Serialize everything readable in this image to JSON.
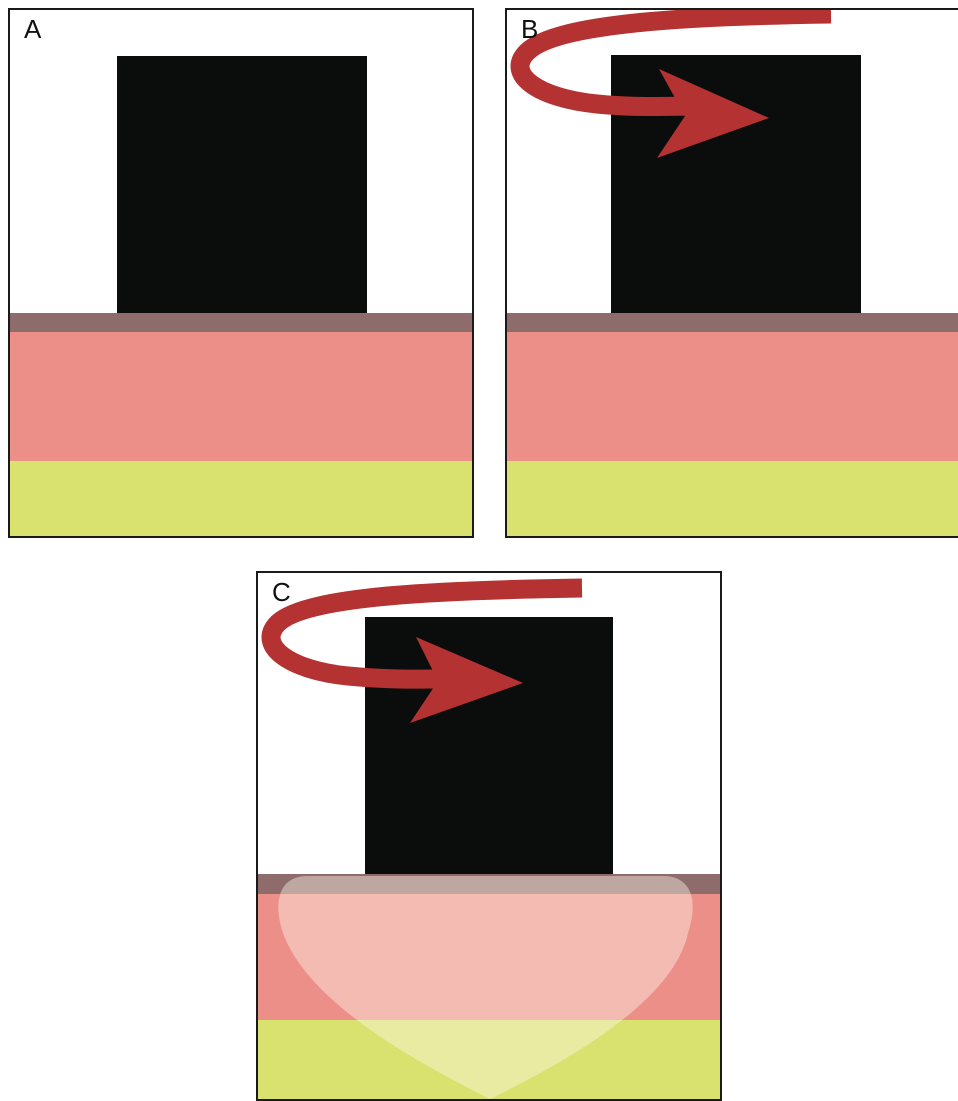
{
  "panels": [
    {
      "label": "A",
      "arrow": false,
      "glow": false
    },
    {
      "label": "B",
      "arrow": true,
      "glow": false
    },
    {
      "label": "C",
      "arrow": true,
      "glow": true
    }
  ],
  "colors": {
    "block": "#0b0d0d",
    "thin_layer": "#8f6c6c",
    "middle_layer": "#ec8f88",
    "bottom_layer": "#d9e26e",
    "arrow": "#b53232",
    "glow": "#fff7ec"
  }
}
